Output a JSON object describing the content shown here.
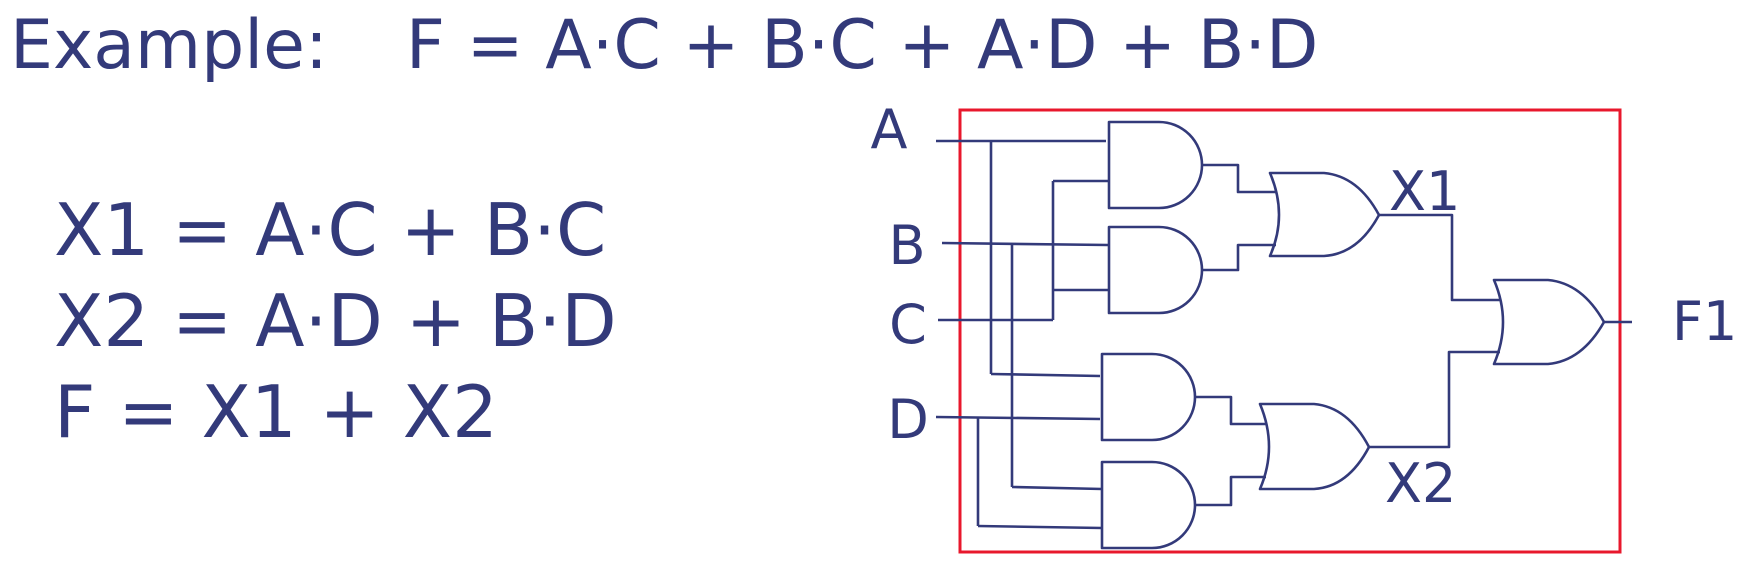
{
  "title": {
    "label": "Example:",
    "expression": "F = A·C + B·C + A·D + B·D"
  },
  "equations": [
    "X1 = A·C + B·C",
    "X2 = A·D + B·D",
    "F = X1 + X2"
  ],
  "circuit": {
    "inputs": [
      "A",
      "B",
      "C",
      "D"
    ],
    "intermediate_outputs": [
      "X1",
      "X2"
    ],
    "output": "F1"
  },
  "colors": {
    "ink": "#333a7a",
    "frame": "#e8182c",
    "background": "#ffffff"
  }
}
